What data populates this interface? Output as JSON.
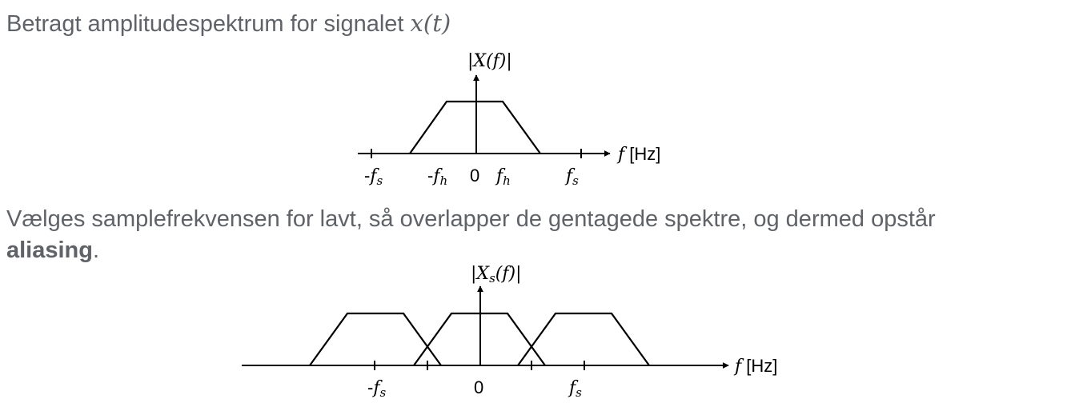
{
  "intro": {
    "text": "Betragt amplitudespektrum for signalet ",
    "math": "x(t)"
  },
  "diagram1": {
    "ylabel": "|X(f)|",
    "xlabel_var": "f",
    "xlabel_unit": " [Hz]",
    "ticks": {
      "neg_fs_prefix": "-",
      "neg_fs_var": "f",
      "neg_fs_sub": "s",
      "neg_fh_prefix": "-",
      "neg_fh_var": "f",
      "neg_fh_sub": "h",
      "zero": "0",
      "fh_var": "f",
      "fh_sub": "h",
      "fs_var": "f",
      "fs_sub": "s"
    }
  },
  "aliasing_text": {
    "line1": "Vælges samplefrekvensen for lavt, så overlapper de gentagede spektre, og dermed opstår",
    "bold": "aliasing",
    "tail": "."
  },
  "diagram2": {
    "ylabel_open": "|X",
    "ylabel_sub": "s",
    "ylabel_close": "(f)|",
    "xlabel_var": "f",
    "xlabel_unit": " [Hz]",
    "ticks": {
      "neg_fs_prefix": "-",
      "neg_fs_var": "f",
      "neg_fs_sub": "s",
      "zero": "0",
      "fs_var": "f",
      "fs_sub": "s"
    }
  },
  "colors": {
    "text": "#5f6368",
    "lines": "#000000"
  }
}
